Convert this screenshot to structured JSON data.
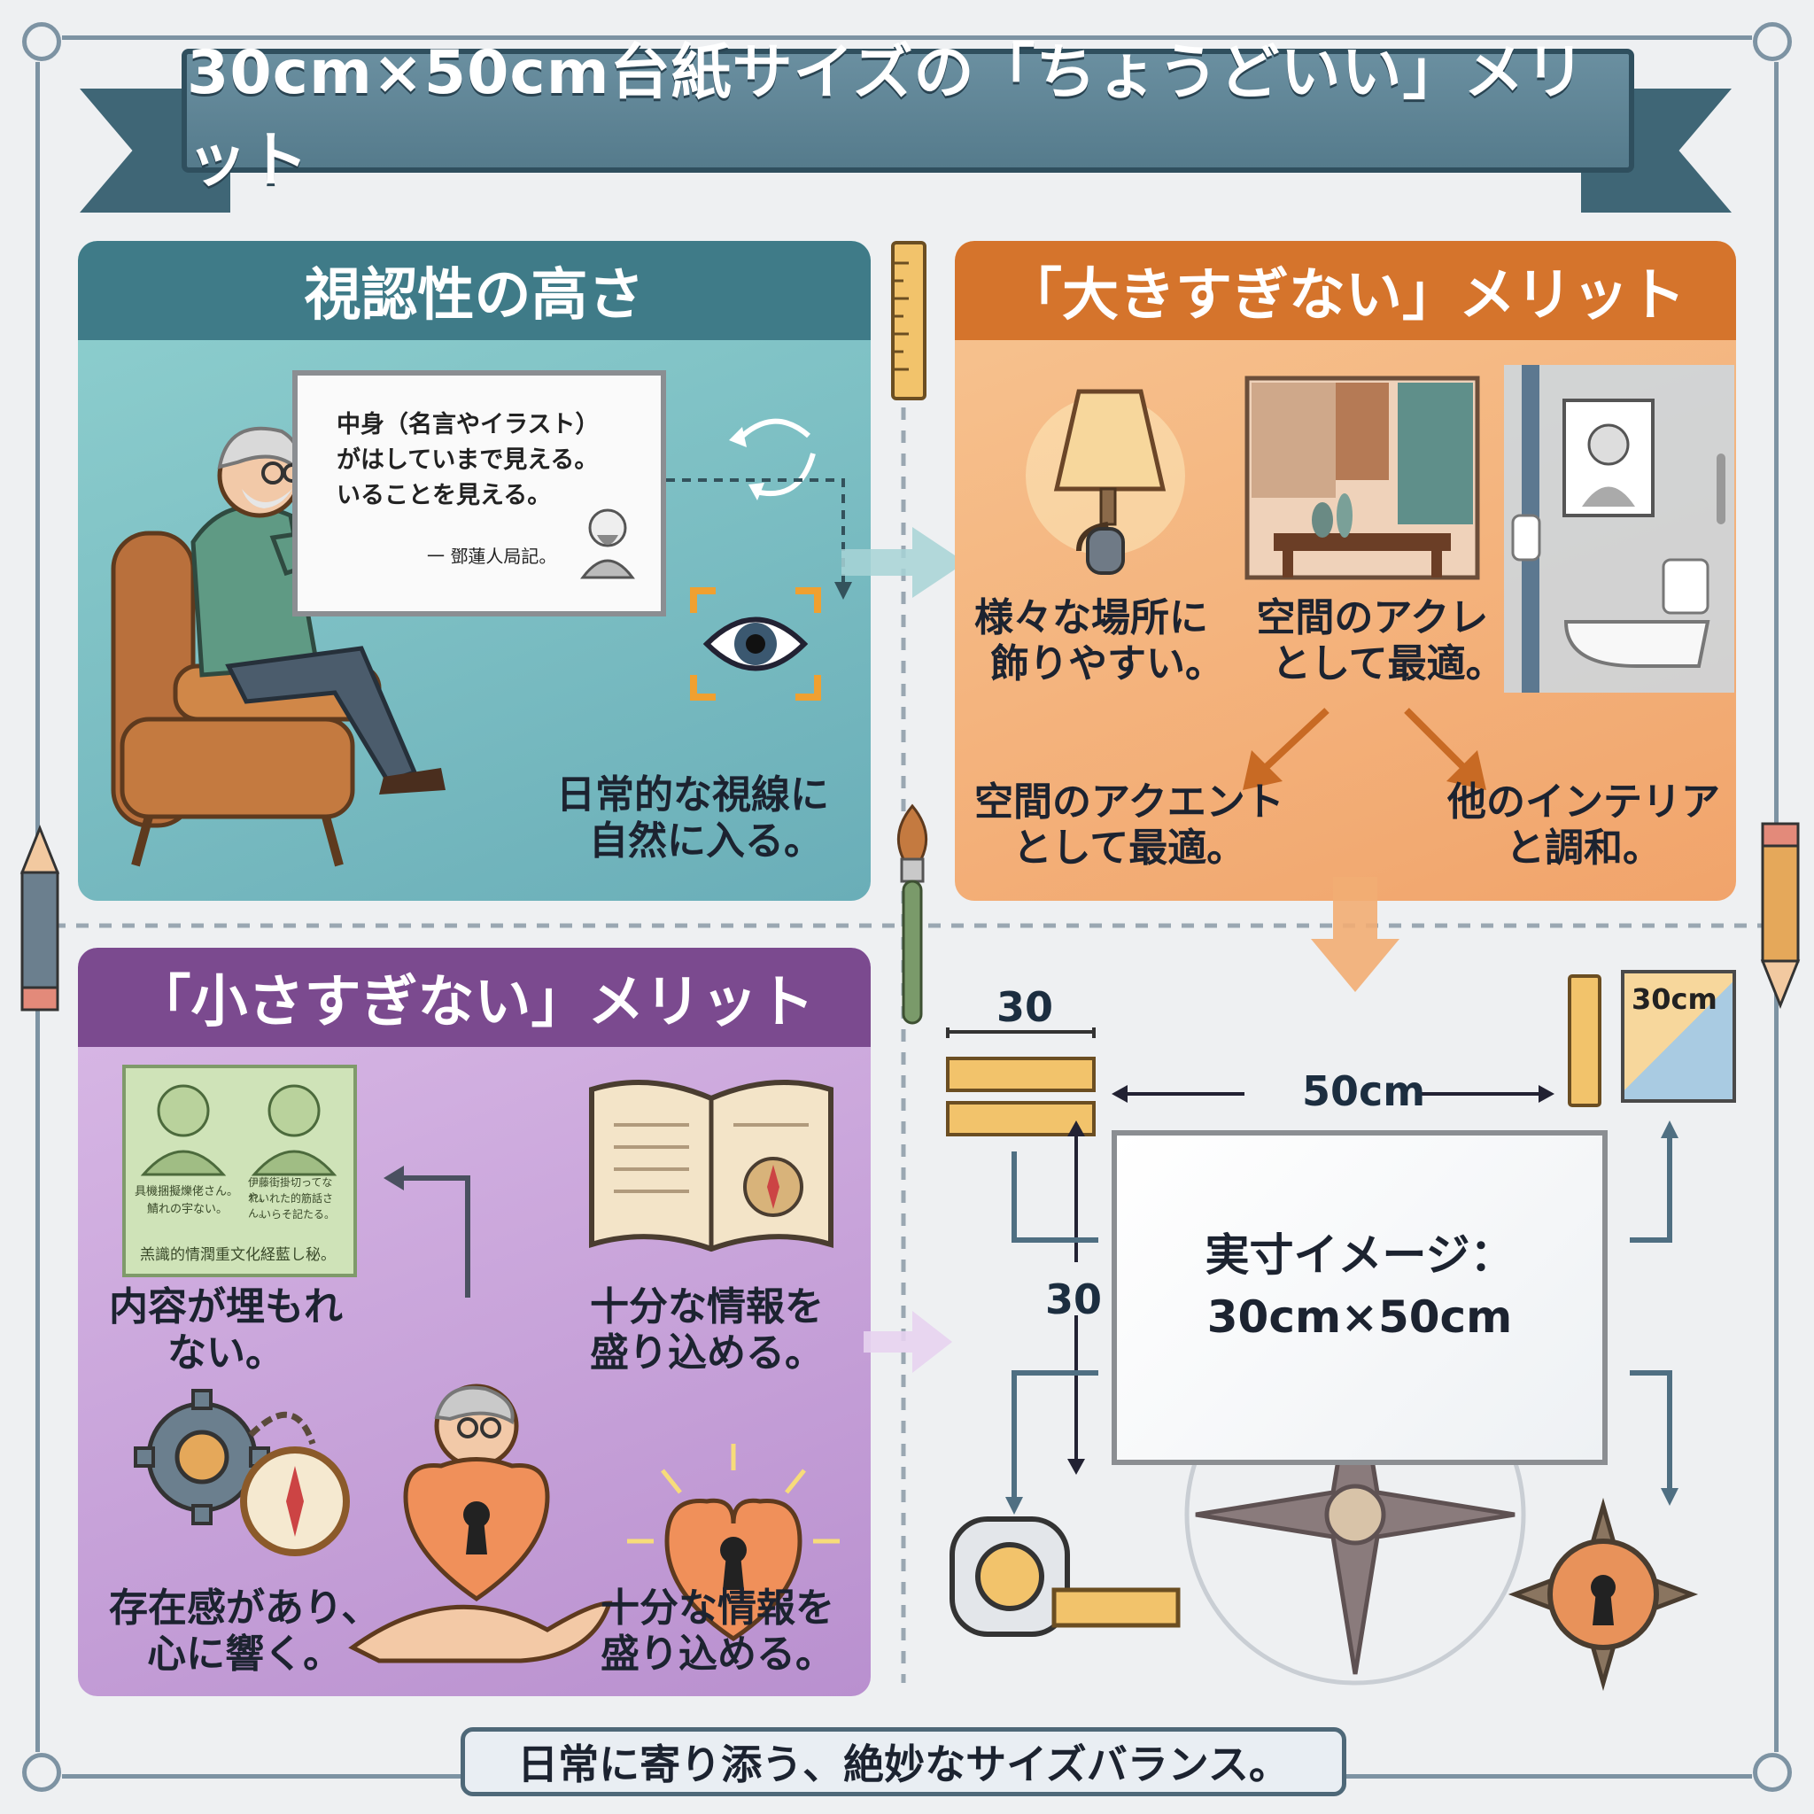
{
  "title": "30cm×50cm台紙サイズの「ちょうどいい」メリット",
  "visibility_panel": {
    "heading": "視認性の高さ",
    "board_line1": "中身（名言やイラスト）",
    "board_line2": "がはしていまで見える。",
    "board_line3": "いることを見える。",
    "board_caption": "一 鄧蓮人局記。",
    "caption_line1": "日常的な視線に",
    "caption_line2": "自然に入る。"
  },
  "not_too_big_panel": {
    "heading": "「大きすぎない」メリット",
    "caption_a_line1": "様々な場所に",
    "caption_a_line2": "飾りやすい。",
    "caption_b_line1": "空間のアクレ",
    "caption_b_line2": "として最適。",
    "caption_c_line1": "空間のアクエント",
    "caption_c_line2": "として最適。",
    "caption_d_line1": "他のインテリア",
    "caption_d_line2": "と調和。"
  },
  "not_too_small_panel": {
    "heading": "「小さすぎない」メリット",
    "poster_line1": "具機捆擬爍佬さん。",
    "poster_line2": "鯖れの宇ない。",
    "poster_line3": "伊藤街掛切ってなや。",
    "poster_line4": "れいれた的筋話さん。",
    "poster_line5": "いらそ記たる。",
    "poster_footer": "羔識的情潤重文化経藍し秘。",
    "caption_a_line1": "内容が埋もれ",
    "caption_a_line2": "ない。",
    "caption_b_line1": "十分な情報を",
    "caption_b_line2": "盛り込める。",
    "caption_c_line1": "存在感があり、",
    "caption_c_line2": "心に響く。",
    "caption_d_line1": "十分な情報を",
    "caption_d_line2": "盛り込める。"
  },
  "size_image": {
    "top_width_label": "30",
    "width_label": "50cm",
    "height_label": "30",
    "corner_label": "30cm",
    "label_line1": "実寸イメージ：",
    "label_line2": "30cm×50cm"
  },
  "footer": "日常に寄り添う、絶妙なサイズバランス。",
  "colors": {
    "teal_head": "#3f7b88",
    "orange_head": "#d5742c",
    "purple_head": "#7b4a8f",
    "ribbon": "#557b8c"
  }
}
